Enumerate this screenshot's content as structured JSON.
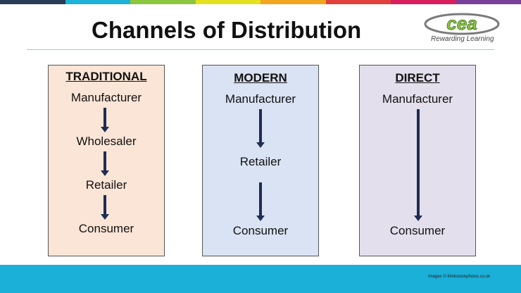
{
  "title": "Channels of Distribution",
  "logo": {
    "text": "cea",
    "tagline": "Rewarding Learning"
  },
  "top_bar_colors": [
    "#2a3c55",
    "#1db3d8",
    "#8cc63f",
    "#e2e21f",
    "#f2a51e",
    "#e2403a",
    "#d81e5b",
    "#7a3f98"
  ],
  "channels": [
    {
      "heading": "TRADITIONAL",
      "nodes": [
        "Manufacturer",
        "Wholesaler",
        "Retailer",
        "Consumer"
      ],
      "fill": "#fbe5d6"
    },
    {
      "heading": "MODERN",
      "nodes": [
        "Manufacturer",
        "Retailer",
        "Consumer"
      ],
      "fill": "#dae3f3"
    },
    {
      "heading": "DIRECT",
      "nodes": [
        "Manufacturer",
        "Consumer"
      ],
      "fill": "#e4dfec"
    }
  ],
  "credit": "Images © thinkstockphotos.co.uk",
  "footer_color": "#1ab0d8"
}
